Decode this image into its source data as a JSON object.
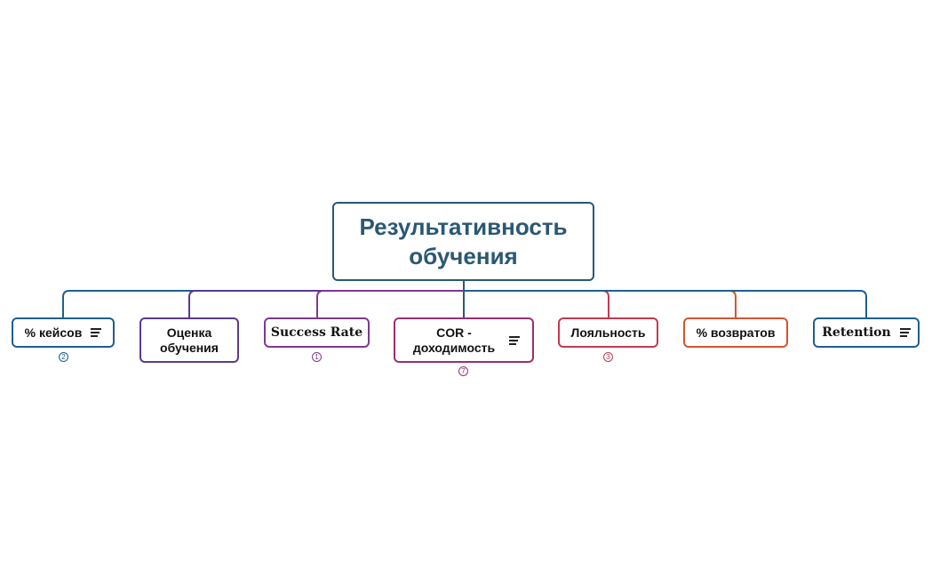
{
  "root": {
    "line1": "Результативность",
    "line2": "обучения",
    "color": "#2a5874"
  },
  "nodes": [
    {
      "label": "% кейсов",
      "color": "#1f5f8f",
      "notes_icon": "notes-icon",
      "badge": "2"
    },
    {
      "label": "Оценка обучения",
      "color": "#5a3a8f",
      "notes_icon": "",
      "badge": ""
    },
    {
      "label": "Success Rate",
      "color": "#7b3a8f",
      "notes_icon": "",
      "badge": "1"
    },
    {
      "label": "COR - доходимость",
      "color": "#9a2f6f",
      "notes_icon": "notes-icon",
      "badge": "7"
    },
    {
      "label": "Лояльность",
      "color": "#c23a4f",
      "notes_icon": "",
      "badge": "3"
    },
    {
      "label": "% возвратов",
      "color": "#d2562e",
      "notes_icon": "",
      "badge": ""
    },
    {
      "label": "Retention",
      "color": "#1f5f8f",
      "notes_icon": "notes-icon",
      "badge": ""
    }
  ]
}
